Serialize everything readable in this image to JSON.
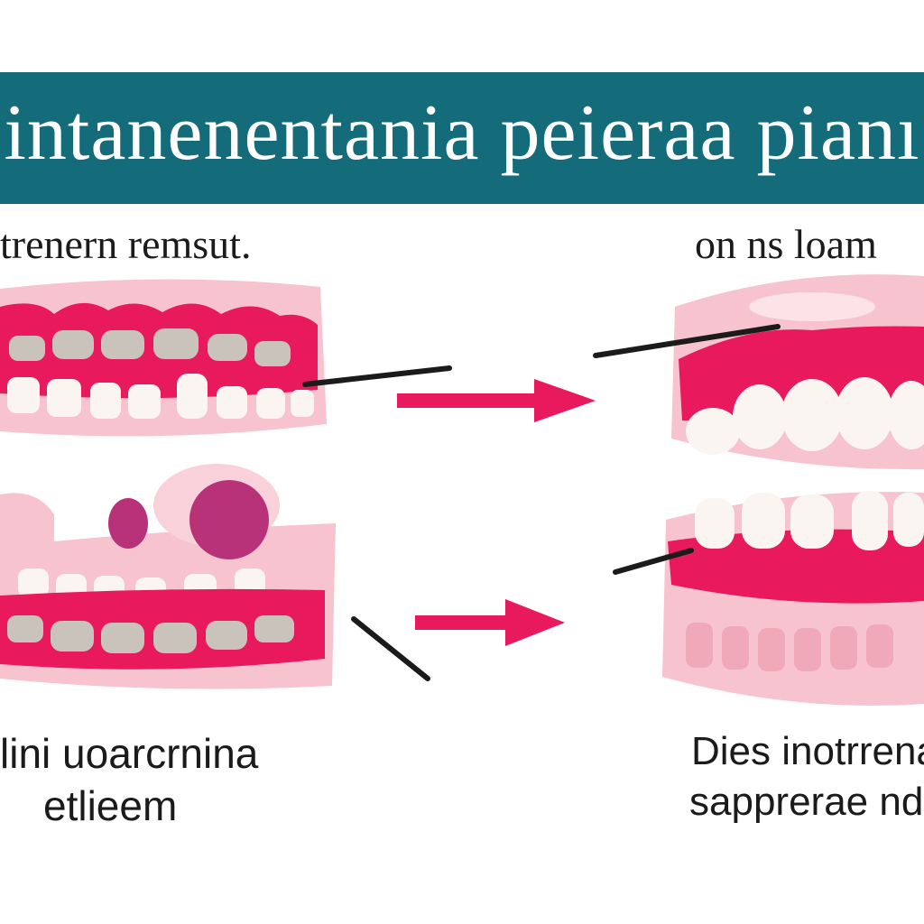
{
  "banner": {
    "title": "intanenentania peierаa pianı",
    "color": "#146b7a"
  },
  "labels": {
    "top_left": "trenern remsut.",
    "top_right": "on ns loam",
    "bottom_left_line1": "lini uoarcrnina",
    "bottom_left_line2": "etlieem",
    "bottom_right_line1": "Dies inotrrena",
    "bottom_right_line2": "sapprerae ndi"
  },
  "colors": {
    "gum_pink": "#f5b8c6",
    "gum_red": "#e8195c",
    "tooth_grey": "#c9c3bb",
    "tooth_white": "#fbf5f2",
    "arrow": "#e8195c",
    "pointer_line": "#1b1b1b",
    "lesion": "#b8327a"
  }
}
